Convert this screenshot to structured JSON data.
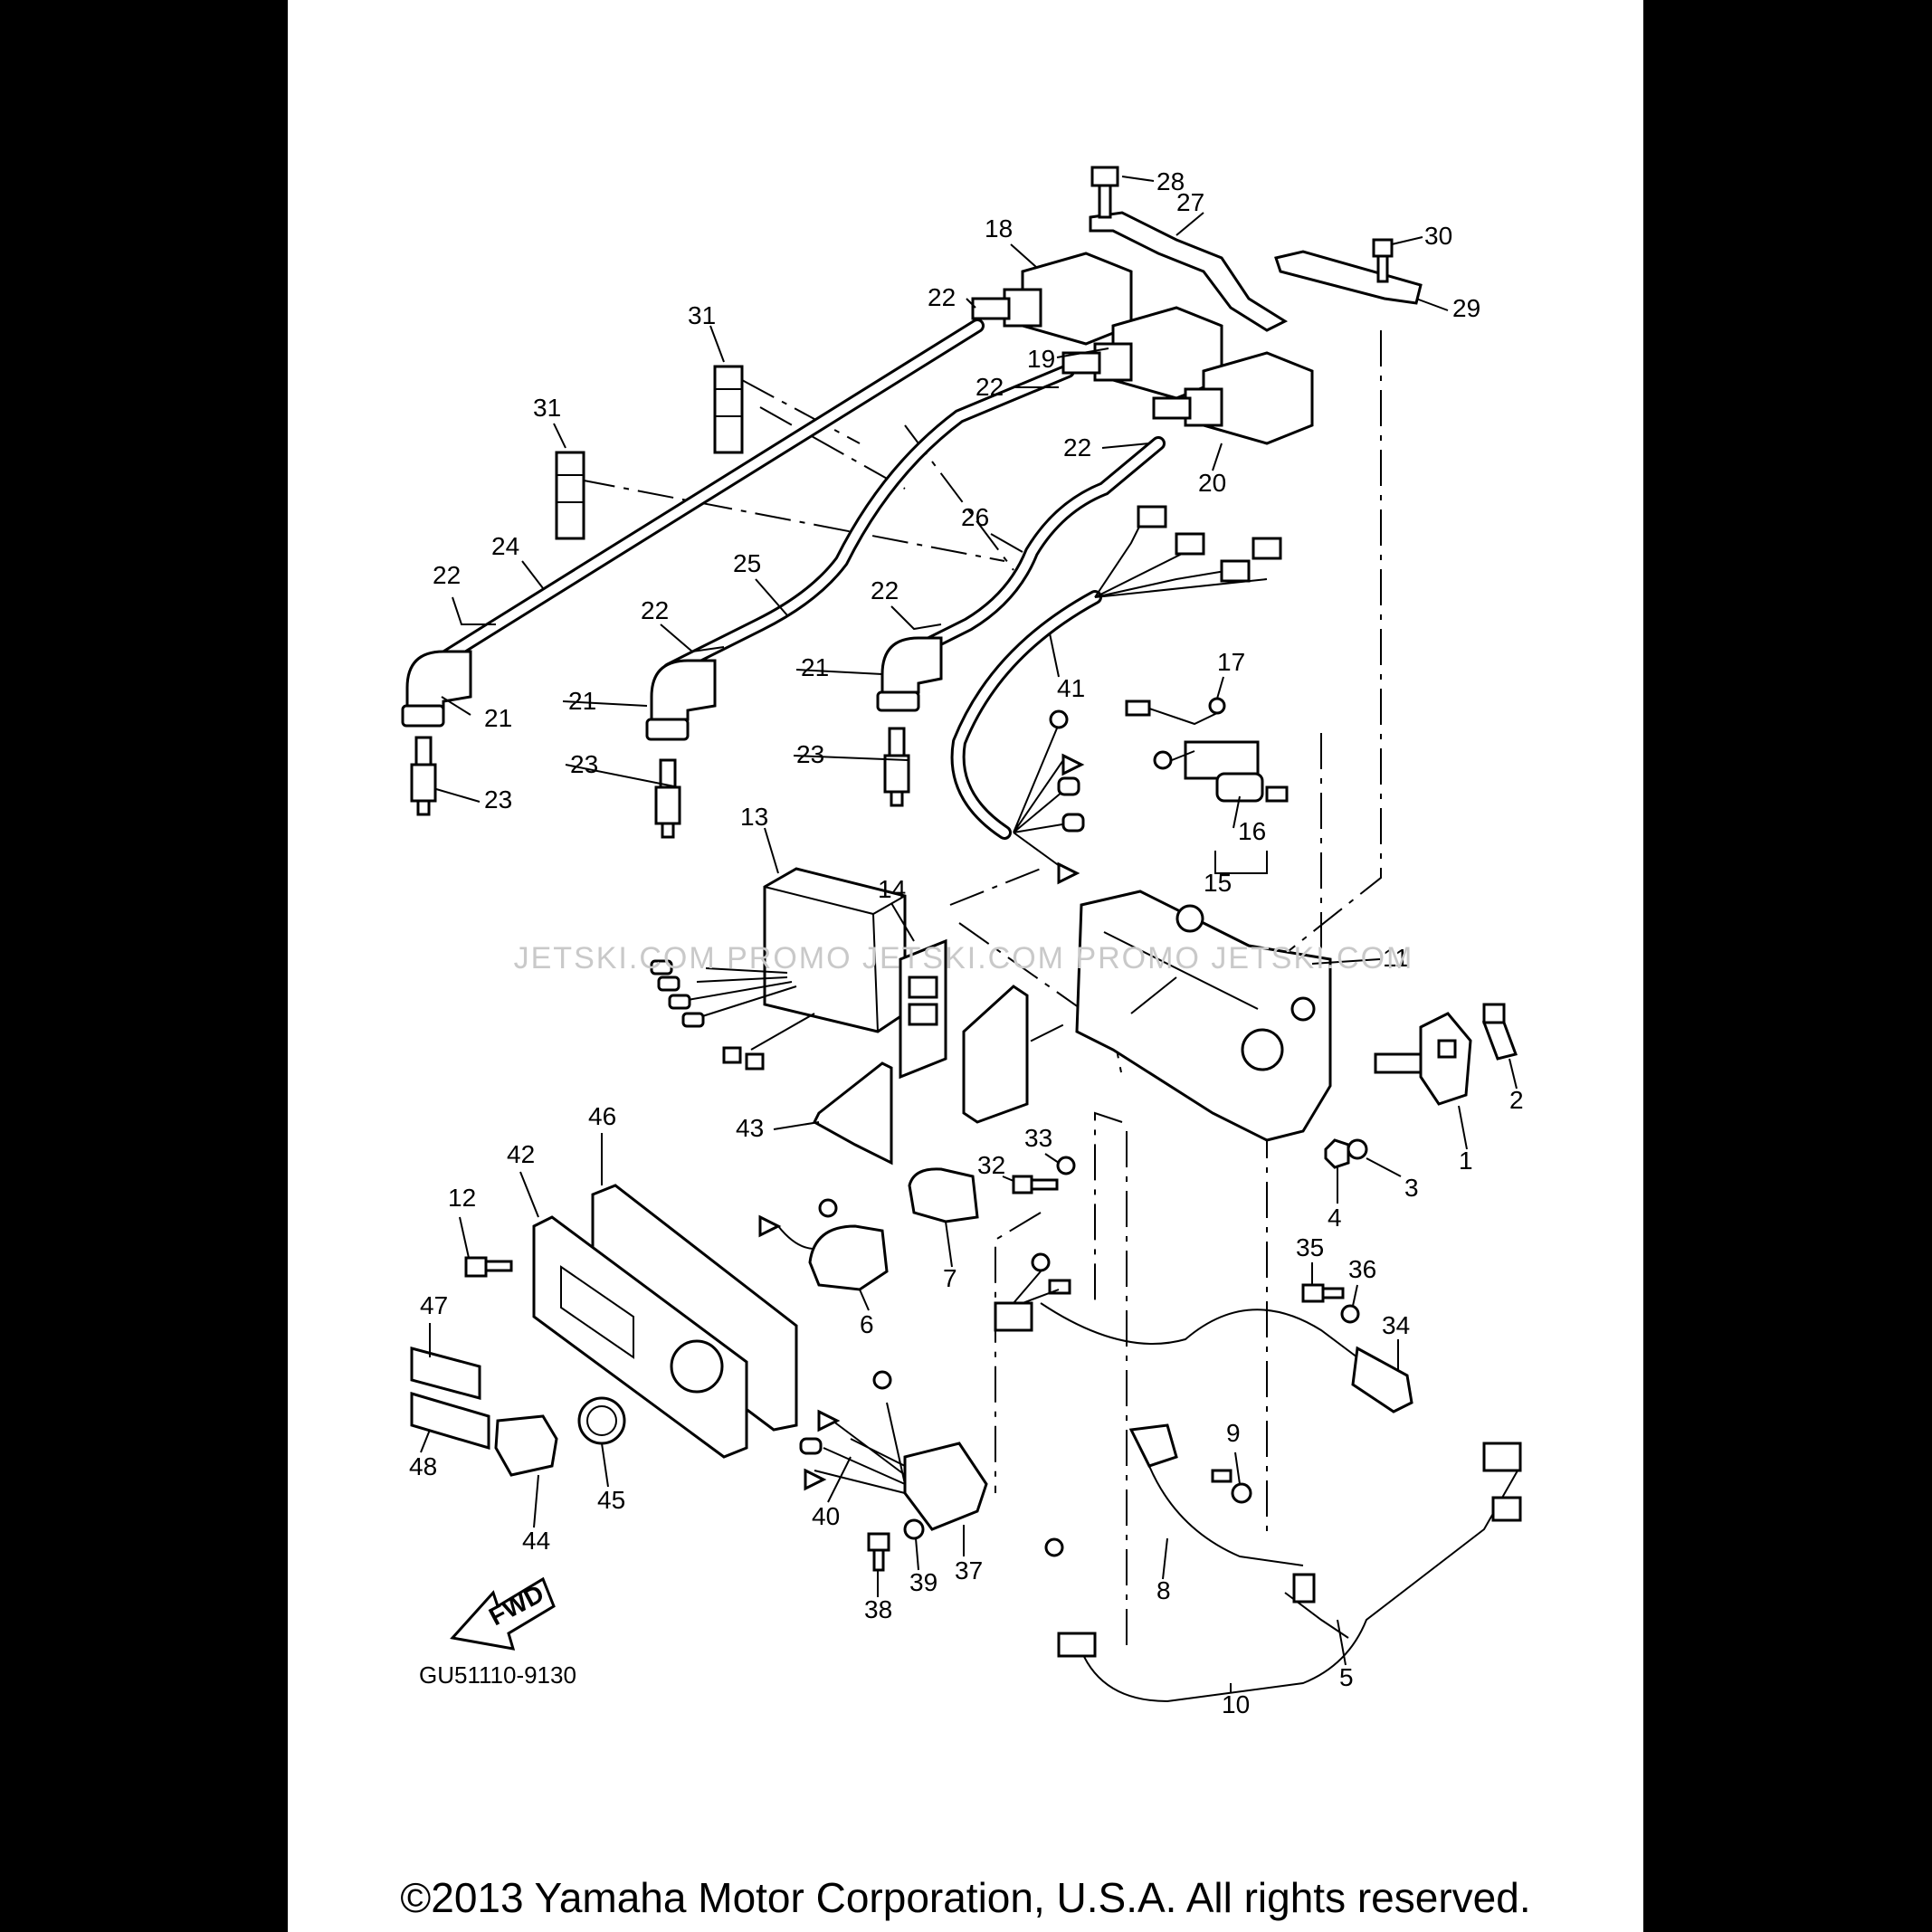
{
  "diagram": {
    "code": "GU51110-9130",
    "watermark": "JETSKI.COM   PROMO JETSKI.COM  PROMO JETSKI.COM",
    "copyright": "©2013 Yamaha Motor Corporation, U.S.A. All rights reserved.",
    "fwd_label": "FWD",
    "callouts": [
      "1",
      "2",
      "3",
      "4",
      "5",
      "6",
      "7",
      "8",
      "9",
      "10",
      "11",
      "12",
      "13",
      "14",
      "15",
      "16",
      "17",
      "18",
      "19",
      "20",
      "21",
      "22",
      "23",
      "24",
      "25",
      "26",
      "27",
      "28",
      "29",
      "30",
      "31",
      "32",
      "33",
      "34",
      "35",
      "36",
      "37",
      "38",
      "39",
      "40",
      "41",
      "42",
      "43",
      "44",
      "45",
      "46",
      "47",
      "48"
    ]
  }
}
